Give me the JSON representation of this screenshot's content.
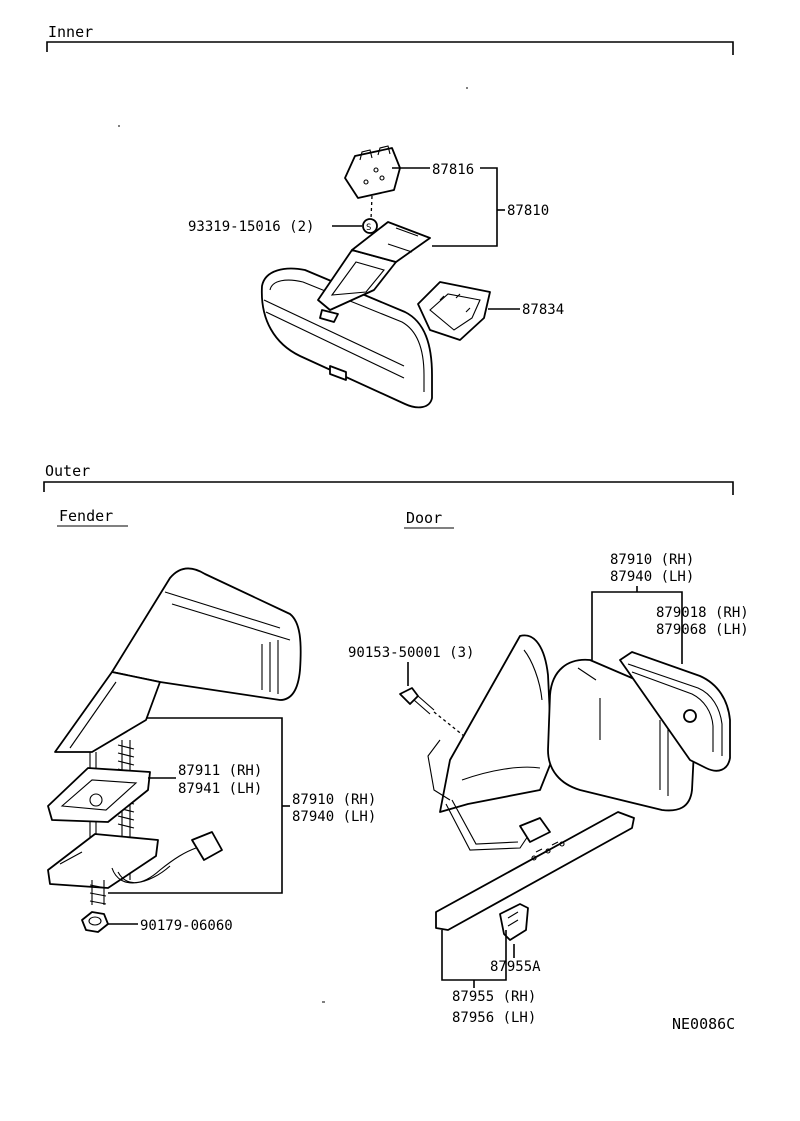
{
  "sections": {
    "inner": "Inner",
    "outer": "Outer",
    "fender": "Fender",
    "door": "Door"
  },
  "labels": {
    "bracket": "87816",
    "mirror_inner_assy": "87810",
    "screw_inner": "93319-15016 (2)",
    "cover_inner": "87834",
    "door_mirror_rh": "87910 (RH)",
    "door_mirror_lh": "87940 (LH)",
    "door_glass_rh": "879018 (RH)",
    "door_glass_lh": "879068 (LH)",
    "door_screw": "90153-50001 (3)",
    "door_clip": "87955A",
    "door_trim_rh": "87955 (RH)",
    "door_trim_lh": "87956 (LH)",
    "fender_base_rh": "87911 (RH)",
    "fender_base_lh": "87941 (LH)",
    "fender_mirror_rh": "87910 (RH)",
    "fender_mirror_lh": "87940 (LH)",
    "fender_nut": "90179-06060"
  },
  "diagram_code": "NE0086C"
}
